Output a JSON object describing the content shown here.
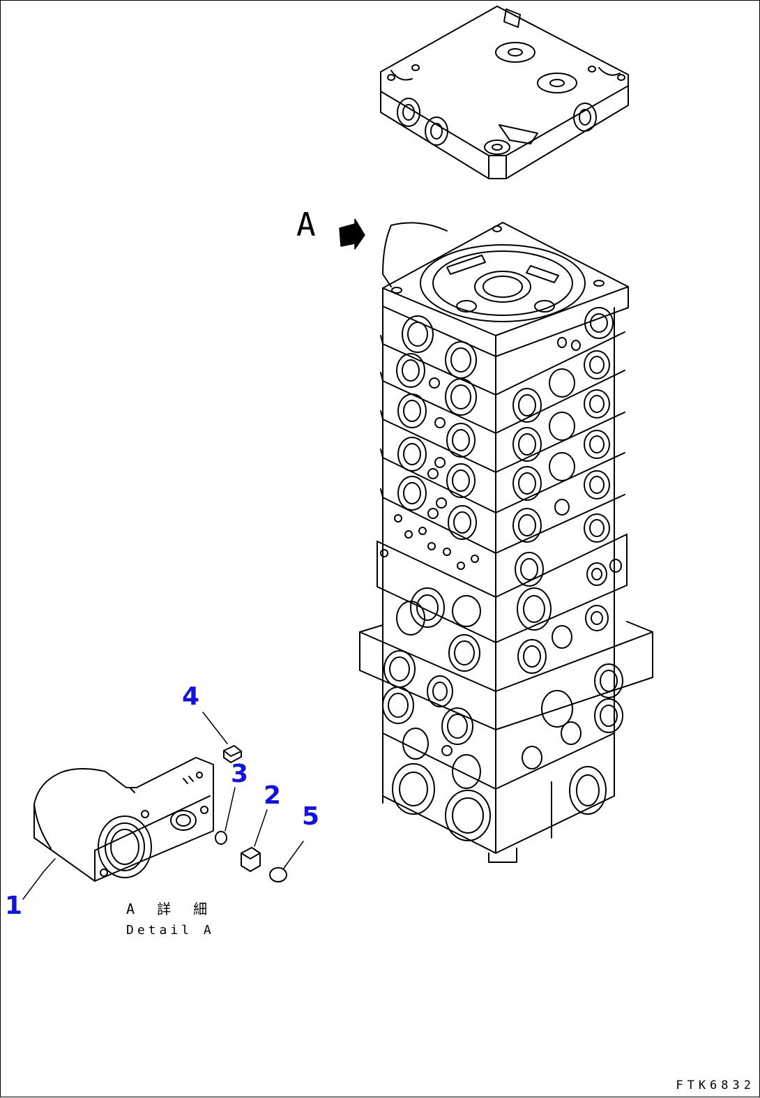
{
  "view": {
    "letter": "A"
  },
  "callouts": {
    "c1": "1",
    "c2": "2",
    "c3": "3",
    "c4": "4",
    "c5": "5"
  },
  "caption": {
    "japanese": "A 詳 細",
    "english": "Detail A"
  },
  "drawing_code": "FTK6832",
  "colors": {
    "callout": "#1414d8",
    "line": "#000000",
    "background": "#ffffff"
  }
}
